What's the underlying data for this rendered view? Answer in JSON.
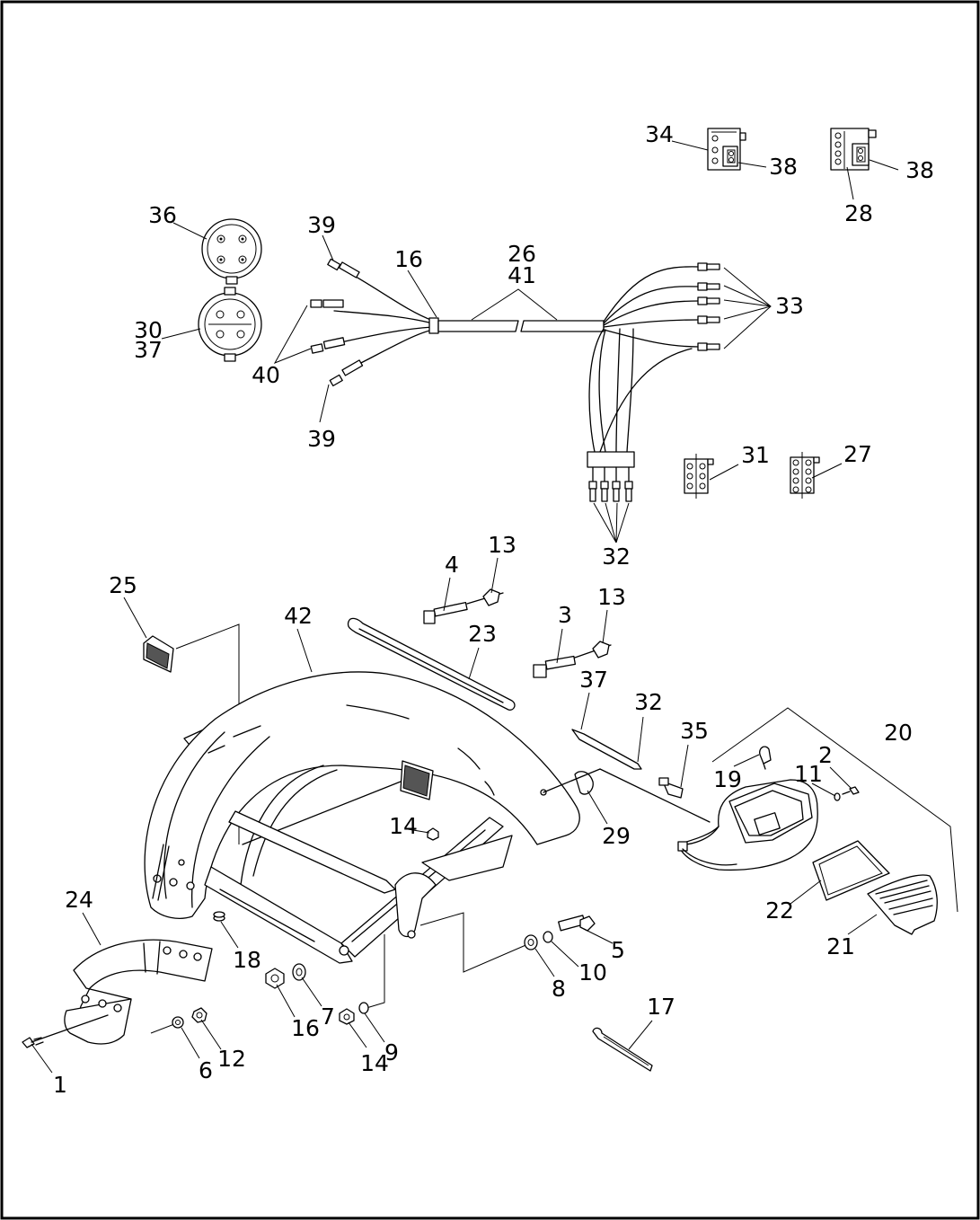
{
  "diagram": {
    "callouts": [
      {
        "id": "c34",
        "text": "34"
      },
      {
        "id": "c38a",
        "text": "38"
      },
      {
        "id": "c38b",
        "text": "38"
      },
      {
        "id": "c28",
        "text": "28"
      },
      {
        "id": "c36",
        "text": "36"
      },
      {
        "id": "c39a",
        "text": "39"
      },
      {
        "id": "c16a",
        "text": "16"
      },
      {
        "id": "c26",
        "text": "26"
      },
      {
        "id": "c41",
        "text": "41"
      },
      {
        "id": "c33",
        "text": "33"
      },
      {
        "id": "c30",
        "text": "30"
      },
      {
        "id": "c37a",
        "text": "37"
      },
      {
        "id": "c40",
        "text": "40"
      },
      {
        "id": "c39b",
        "text": "39"
      },
      {
        "id": "c31",
        "text": "31"
      },
      {
        "id": "c27",
        "text": "27"
      },
      {
        "id": "c32a",
        "text": "32"
      },
      {
        "id": "c13a",
        "text": "13"
      },
      {
        "id": "c4",
        "text": "4"
      },
      {
        "id": "c25",
        "text": "25"
      },
      {
        "id": "c42",
        "text": "42"
      },
      {
        "id": "c23",
        "text": "23"
      },
      {
        "id": "c3",
        "text": "3"
      },
      {
        "id": "c13b",
        "text": "13"
      },
      {
        "id": "c37b",
        "text": "37"
      },
      {
        "id": "c32b",
        "text": "32"
      },
      {
        "id": "c35",
        "text": "35"
      },
      {
        "id": "c20",
        "text": "20"
      },
      {
        "id": "c2",
        "text": "2"
      },
      {
        "id": "c19",
        "text": "19"
      },
      {
        "id": "c11",
        "text": "11"
      },
      {
        "id": "c14a",
        "text": "14"
      },
      {
        "id": "c29",
        "text": "29"
      },
      {
        "id": "c22",
        "text": "22"
      },
      {
        "id": "c21",
        "text": "21"
      },
      {
        "id": "c24",
        "text": "24"
      },
      {
        "id": "c18",
        "text": "18"
      },
      {
        "id": "c5",
        "text": "5"
      },
      {
        "id": "c10",
        "text": "10"
      },
      {
        "id": "c8",
        "text": "8"
      },
      {
        "id": "c16b",
        "text": "16"
      },
      {
        "id": "c7",
        "text": "7"
      },
      {
        "id": "c9",
        "text": "9"
      },
      {
        "id": "c14b",
        "text": "14"
      },
      {
        "id": "c17",
        "text": "17"
      },
      {
        "id": "c12",
        "text": "12"
      },
      {
        "id": "c6",
        "text": "6"
      },
      {
        "id": "c1",
        "text": "1"
      }
    ]
  }
}
